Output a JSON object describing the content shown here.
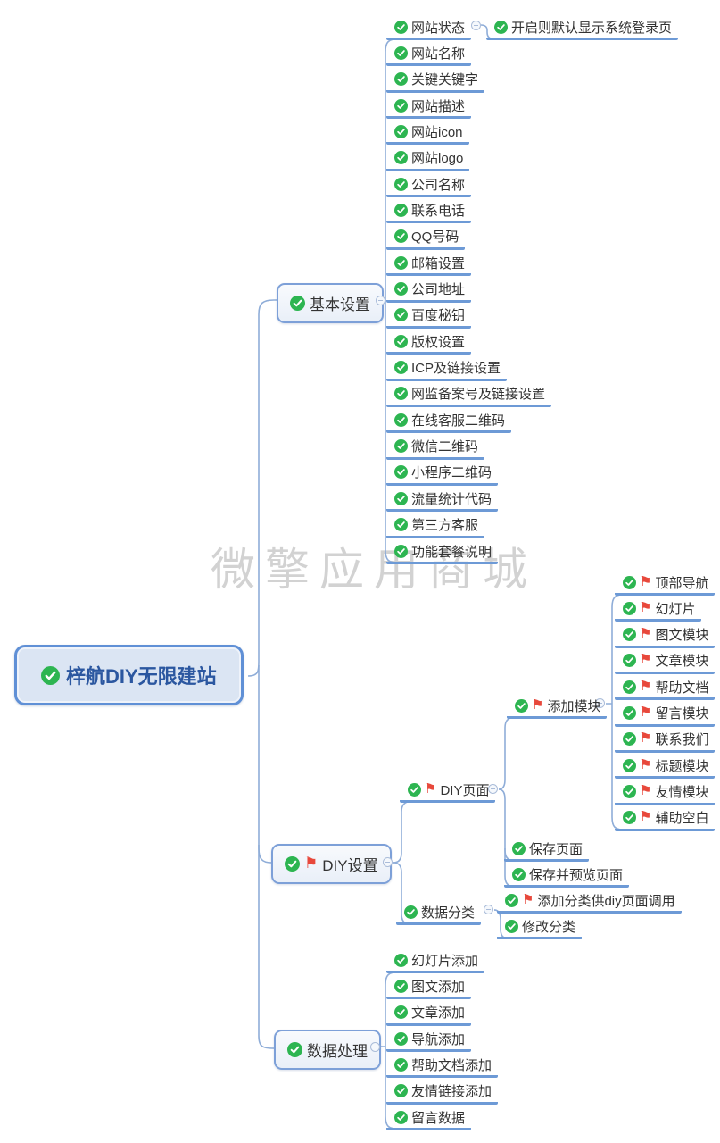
{
  "watermark": "微擎应用商城",
  "root": {
    "label": "梓航DIY无限建站"
  },
  "basic": {
    "label": "基本设置",
    "status_note": {
      "label": "开启则默认显示系统登录页",
      "flag": false
    },
    "items": [
      {
        "label": "网站状态",
        "flag": false
      },
      {
        "label": "网站名称",
        "flag": false
      },
      {
        "label": "关键关键字",
        "flag": false
      },
      {
        "label": "网站描述",
        "flag": false
      },
      {
        "label": "网站icon",
        "flag": false
      },
      {
        "label": "网站logo",
        "flag": false
      },
      {
        "label": "公司名称",
        "flag": false
      },
      {
        "label": "联系电话",
        "flag": false
      },
      {
        "label": "QQ号码",
        "flag": false
      },
      {
        "label": "邮箱设置",
        "flag": false
      },
      {
        "label": "公司地址",
        "flag": false
      },
      {
        "label": "百度秘钥",
        "flag": false
      },
      {
        "label": "版权设置",
        "flag": false
      },
      {
        "label": "ICP及链接设置",
        "flag": false
      },
      {
        "label": "网监备案号及链接设置",
        "flag": false
      },
      {
        "label": "在线客服二维码",
        "flag": false
      },
      {
        "label": "微信二维码",
        "flag": false
      },
      {
        "label": "小程序二维码",
        "flag": false
      },
      {
        "label": "流量统计代码",
        "flag": false
      },
      {
        "label": "第三方客服",
        "flag": false
      },
      {
        "label": "功能套餐说明",
        "flag": false
      }
    ]
  },
  "diy": {
    "label": "DIY设置",
    "flag": true,
    "page": {
      "label": "DIY页面",
      "flag": true
    },
    "add_module": {
      "label": "添加模块",
      "flag": true
    },
    "modules": {
      "items": [
        {
          "label": "顶部导航",
          "flag": true
        },
        {
          "label": "幻灯片",
          "flag": true
        },
        {
          "label": "图文模块",
          "flag": true
        },
        {
          "label": "文章模块",
          "flag": true
        },
        {
          "label": "帮助文档",
          "flag": true
        },
        {
          "label": "留言模块",
          "flag": true
        },
        {
          "label": "联系我们",
          "flag": true
        },
        {
          "label": "标题模块",
          "flag": true
        },
        {
          "label": "友情模块",
          "flag": true
        },
        {
          "label": "辅助空白",
          "flag": true
        }
      ]
    },
    "save_page": {
      "label": "保存页面",
      "flag": false
    },
    "save_preview": {
      "label": "保存并预览页面",
      "flag": false
    },
    "data_category": {
      "label": "数据分类",
      "flag": false
    },
    "add_category": {
      "label": "添加分类供diy页面调用",
      "flag": true
    },
    "edit_category": {
      "label": "修改分类",
      "flag": false
    }
  },
  "dataproc": {
    "label": "数据处理",
    "items": [
      {
        "label": "幻灯片添加",
        "flag": false
      },
      {
        "label": "图文添加",
        "flag": false
      },
      {
        "label": "文章添加",
        "flag": false
      },
      {
        "label": "导航添加",
        "flag": false
      },
      {
        "label": "帮助文档添加",
        "flag": false
      },
      {
        "label": "友情链接添加",
        "flag": false
      },
      {
        "label": "留言数据",
        "flag": false
      }
    ]
  },
  "colors": {
    "check_green": "#2db551",
    "flag_red": "#e8483b",
    "underline_blue": "#6d9ad6",
    "connector_blue": "#8fadd8",
    "node_border_blue": "#7da0d8",
    "root_text_blue": "#2b57a0",
    "watermark_gray": "#c7c7c7"
  }
}
